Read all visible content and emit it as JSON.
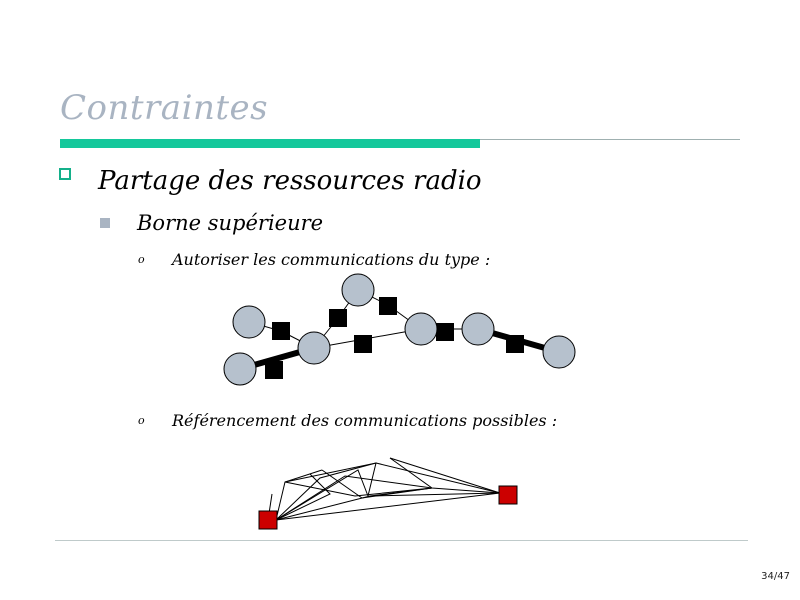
{
  "slide": {
    "title": "Contraintes",
    "bullets": {
      "level1": "Partage des ressources radio",
      "level2": "Borne supérieure",
      "level3a": "Autoriser les communications du type :",
      "level3b": "Référencement des communications possibles :"
    },
    "sub_bullet_glyph": "o",
    "page_number": "34/47"
  },
  "colors": {
    "title": "#a9b4c2",
    "accent_bar": "#14c89b",
    "node_fill": "#b6c1cd",
    "relay_fill": "#000000",
    "endpoint_fill": "#cc0000"
  }
}
